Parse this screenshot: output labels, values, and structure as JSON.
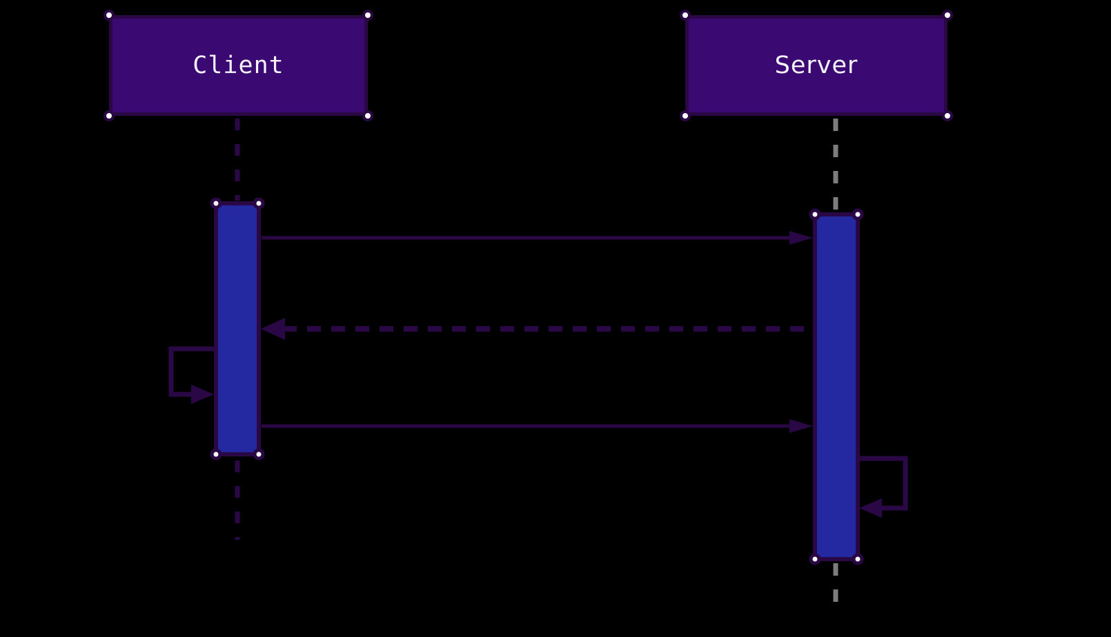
{
  "diagram": {
    "type": "sequence-diagram",
    "background_color": "#000000",
    "colors": {
      "actor_fill": "#3a0a72",
      "actor_border": "#2a0845",
      "activation_fill": "#2429a2",
      "activation_border": "#2a0845",
      "message_arrow": "#2a0845",
      "client_lifeline": "#2a0845",
      "server_lifeline": "#7d7d7d",
      "handle_dot": "#ffffff",
      "label_text": "#f5f2fa"
    },
    "actors": [
      {
        "id": "client",
        "label": "Client"
      },
      {
        "id": "server",
        "label": "Server"
      }
    ],
    "messages": [
      {
        "order": 1,
        "from": "Client",
        "to": "Server",
        "style": "solid-arrow",
        "label": ""
      },
      {
        "order": 2,
        "from": "Server",
        "to": "Client",
        "style": "dashed-arrow",
        "label": ""
      },
      {
        "order": 3,
        "from": "Client",
        "to": "Client",
        "style": "self-loop",
        "label": ""
      },
      {
        "order": 4,
        "from": "Client",
        "to": "Server",
        "style": "solid-arrow",
        "label": ""
      },
      {
        "order": 5,
        "from": "Server",
        "to": "Server",
        "style": "self-loop",
        "label": ""
      }
    ]
  }
}
